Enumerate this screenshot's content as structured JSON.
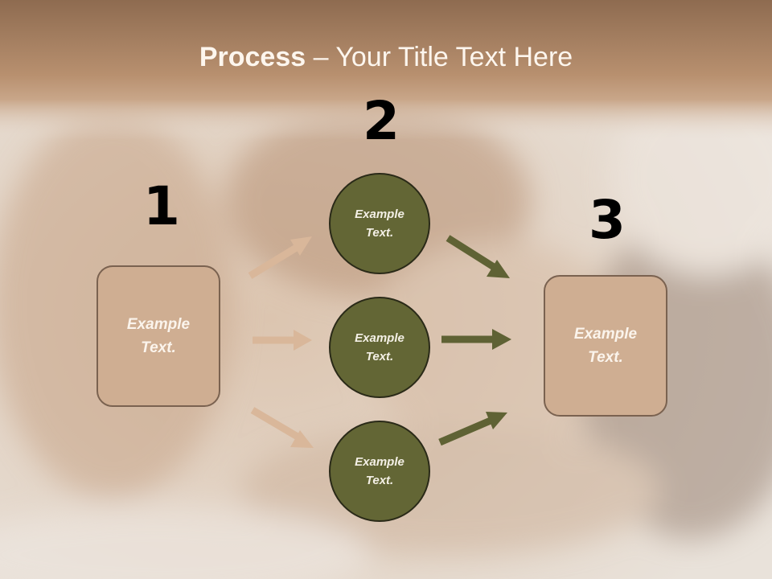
{
  "title": {
    "bold": "Process",
    "rest": " – Your Title Text Here"
  },
  "steps": [
    {
      "number": "1",
      "text": "Example Text."
    },
    {
      "number": "2",
      "items": [
        "Example Text.",
        "Example Text.",
        "Example Text."
      ]
    },
    {
      "number": "3",
      "text": "Example Text."
    }
  ],
  "colors": {
    "header_band": "#b08a6a",
    "box_fill": "#cfae92",
    "circle_fill": "#636635",
    "arrow_tan": "#d9b79a",
    "arrow_olive": "#5f6234"
  }
}
